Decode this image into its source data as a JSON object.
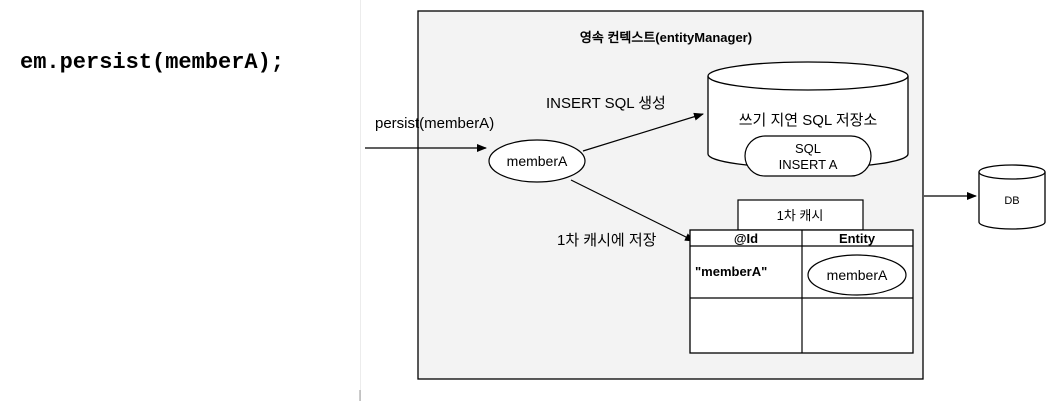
{
  "code": {
    "statement": "em.persist(memberA);"
  },
  "diagram": {
    "context_title": "영속 컨텍스트(entityManager)",
    "persist_call_label": "persist(memberA)",
    "entity_label": "memberA",
    "insert_sql_label": "INSERT SQL 생성",
    "store_cache_label": "1차 캐시에 저장",
    "sql_store": {
      "title": "쓰기 지연 SQL 저장소",
      "item_line1": "SQL",
      "item_line2": "INSERT A"
    },
    "cache": {
      "title": "1차 캐시",
      "headers": [
        "@Id",
        "Entity"
      ],
      "rows": [
        {
          "id": "\"memberA\"",
          "entity": "memberA"
        },
        {
          "id": "",
          "entity": ""
        }
      ]
    },
    "db_label": "DB"
  },
  "colors": {
    "context_bg": "#f3f3f3",
    "stroke": "#000000",
    "white": "#ffffff"
  }
}
